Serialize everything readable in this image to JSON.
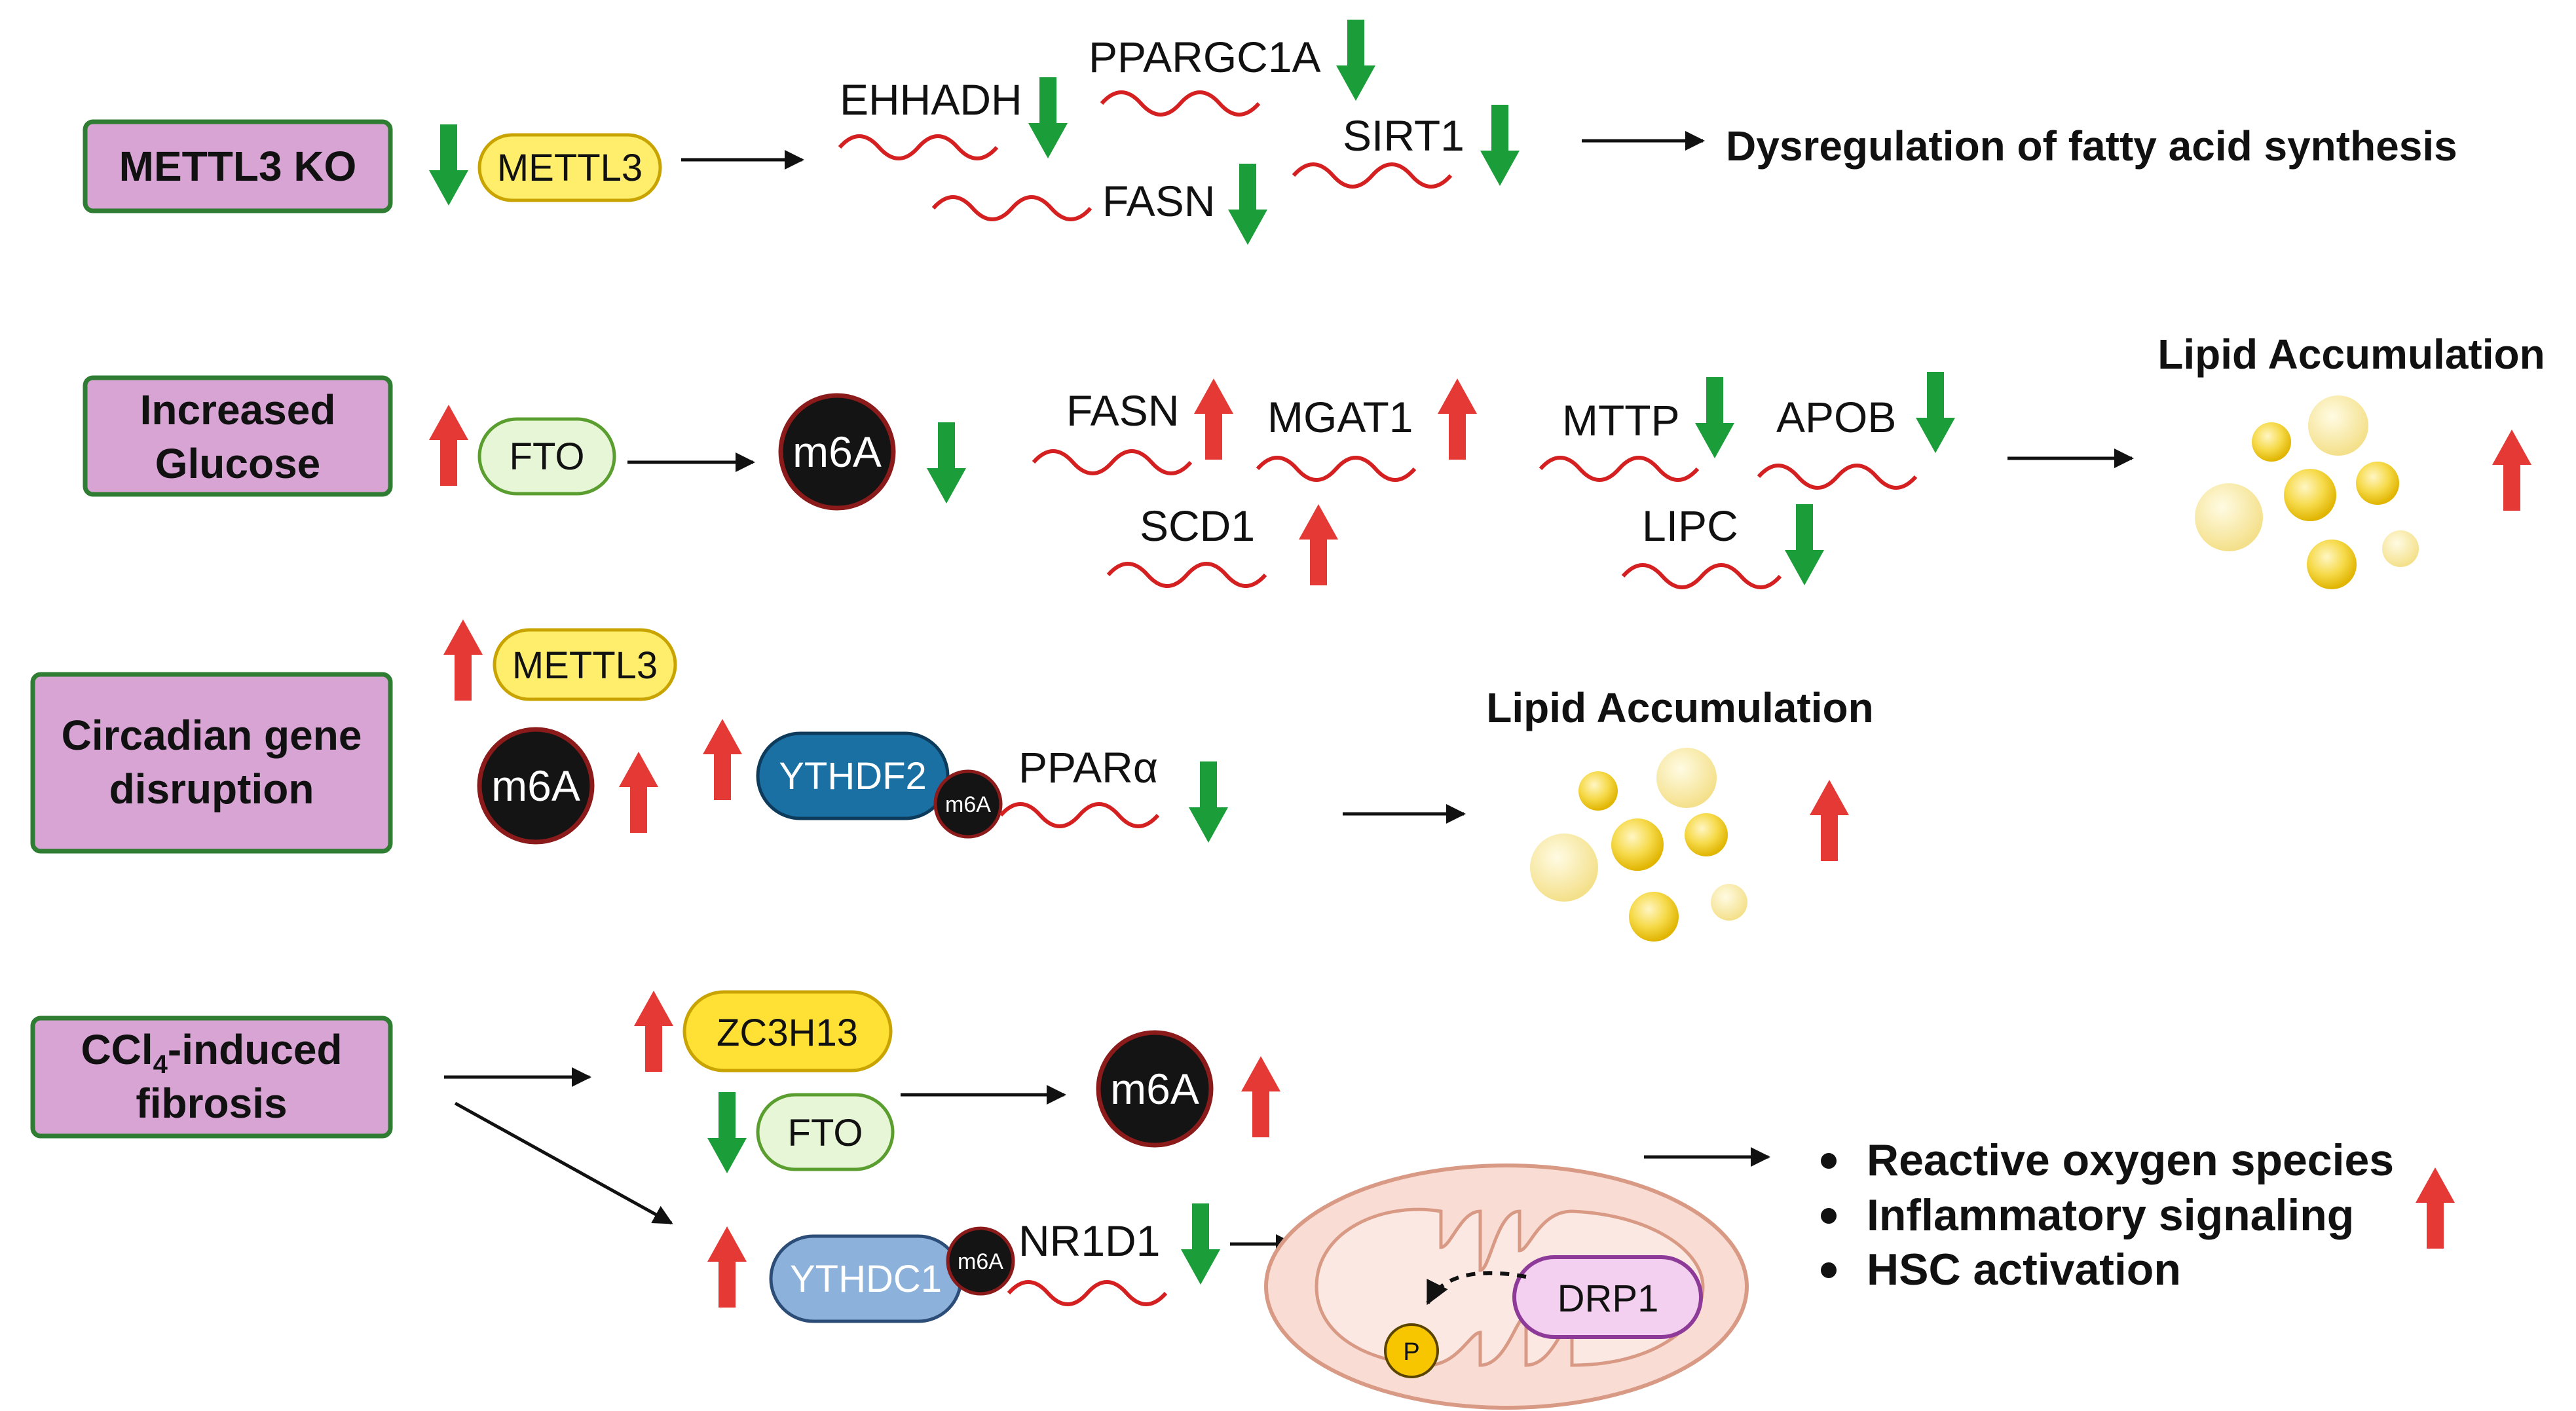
{
  "rows": {
    "mettl3_ko": {
      "condition": "METTL3 KO",
      "enzyme": "METTL3",
      "genes": [
        "EHHADH",
        "PPARGC1A",
        "SIRT1",
        "FASN"
      ],
      "outcome": "Dysregulation of fatty acid synthesis"
    },
    "glucose": {
      "condition_line1": "Increased",
      "condition_line2": "Glucose",
      "enzyme": "FTO",
      "mark": "m6A",
      "genes_up": [
        "FASN",
        "MGAT1",
        "SCD1"
      ],
      "genes_down": [
        "MTTP",
        "APOB",
        "LIPC"
      ],
      "outcome": "Lipid Accumulation"
    },
    "circadian": {
      "condition_line1": "Circadian gene",
      "condition_line2": "disruption",
      "enzyme": "METTL3",
      "mark": "m6A",
      "reader": "YTHDF2",
      "reader_mark": "m6A",
      "gene": "PPARα",
      "outcome": "Lipid Accumulation"
    },
    "fibrosis": {
      "condition_part1": "CCl",
      "condition_sub": "4",
      "condition_part2": "-induced",
      "condition_line2": "fibrosis",
      "writer": "ZC3H13",
      "eraser": "FTO",
      "mark": "m6A",
      "reader": "YTHDC1",
      "reader_mark": "m6A",
      "gene": "NR1D1",
      "protein": "DRP1",
      "phospho": "P",
      "outcomes": [
        "Reactive oxygen species",
        "Inflammatory signaling",
        "HSC activation"
      ]
    }
  },
  "colors": {
    "condition_fill": "#d7a4d4",
    "condition_border": "#2e7d32",
    "mettl3_fill": "#ffee6b",
    "mettl3_border": "#c9a400",
    "fto_fill": "#e7f6d6",
    "fto_border": "#5a9e2f",
    "zc3h13_fill": "#ffe135",
    "ythdf2_fill": "#1a6fa3",
    "ythdc1_fill": "#8cb2dc",
    "m6a_fill": "#141414",
    "m6a_border": "#8b1a1a",
    "rna": "#d42020",
    "up_arrow": "#e53935",
    "down_arrow": "#1b9e3a",
    "lipid": "#f2cc1e",
    "mito_fill": "#f9ddd4",
    "mito_border": "#d99a85",
    "drp1_fill": "#f3d0ef",
    "drp1_border": "#8e3a99",
    "phospho_fill": "#f7c600"
  }
}
